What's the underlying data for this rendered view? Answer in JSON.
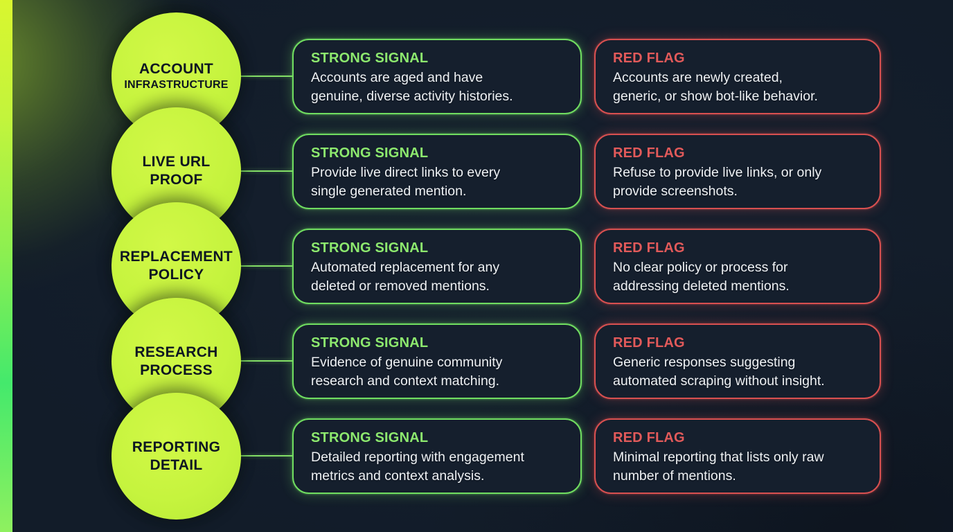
{
  "colors": {
    "background": "#121c29",
    "stripe_yellow": "#d9f62f",
    "stripe_green": "#44e96c",
    "node_fill": "#c6f43e",
    "node_text": "#0d1622",
    "strong_border": "#70dd60",
    "strong_title": "#8de96e",
    "flag_border": "#d85050",
    "flag_title": "#e25a5a",
    "card_background": "#151f2d",
    "body_text": "#eef1f4"
  },
  "rows": [
    {
      "node": {
        "lines": [
          "ACCOUNT",
          "INFRASTRUCTURE"
        ]
      },
      "strong": {
        "label": "STRONG SIGNAL",
        "lines": [
          "Accounts are aged and have",
          "genuine, diverse activity histories."
        ]
      },
      "flag": {
        "label": "RED FLAG",
        "lines": [
          "Accounts are newly created,",
          "generic, or show bot-like behavior."
        ]
      }
    },
    {
      "node": {
        "lines": [
          "LIVE URL",
          "PROOF"
        ]
      },
      "strong": {
        "label": "STRONG SIGNAL",
        "lines": [
          "Provide live direct links to every",
          "single generated mention."
        ]
      },
      "flag": {
        "label": "RED FLAG",
        "lines": [
          "Refuse to provide live links, or only",
          "provide screenshots."
        ]
      }
    },
    {
      "node": {
        "lines": [
          "REPLACEMENT",
          "POLICY"
        ]
      },
      "strong": {
        "label": "STRONG SIGNAL",
        "lines": [
          "Automated replacement for any",
          "deleted or removed mentions."
        ]
      },
      "flag": {
        "label": "RED FLAG",
        "lines": [
          "No clear policy or process for",
          "addressing deleted mentions."
        ]
      }
    },
    {
      "node": {
        "lines": [
          "RESEARCH",
          "PROCESS"
        ]
      },
      "strong": {
        "label": "STRONG SIGNAL",
        "lines": [
          "Evidence of genuine community",
          "research and context matching."
        ]
      },
      "flag": {
        "label": "RED FLAG",
        "lines": [
          "Generic responses suggesting",
          "automated scraping without insight."
        ]
      }
    },
    {
      "node": {
        "lines": [
          "REPORTING",
          "DETAIL"
        ]
      },
      "strong": {
        "label": "STRONG SIGNAL",
        "lines": [
          "Detailed reporting with engagement",
          "metrics and context analysis."
        ]
      },
      "flag": {
        "label": "RED FLAG",
        "lines": [
          "Minimal reporting that lists only raw",
          "number of mentions."
        ]
      }
    }
  ]
}
